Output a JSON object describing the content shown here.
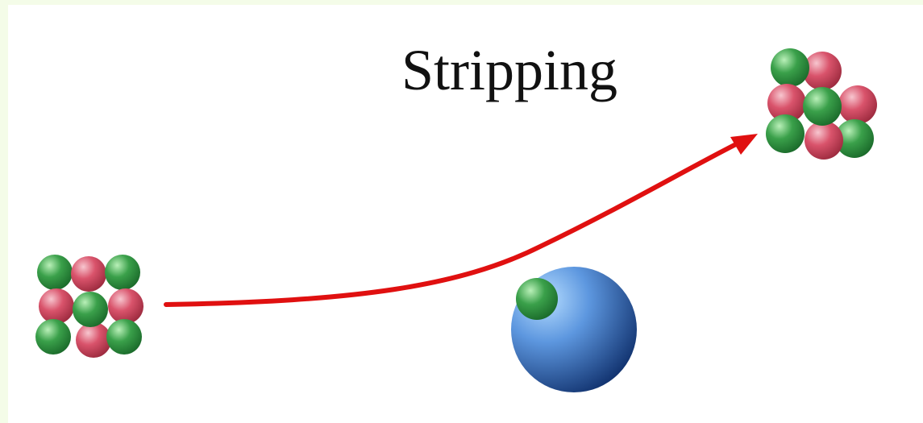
{
  "title": "Stripping",
  "colors": {
    "proton": "#d9536b",
    "neutron": "#3aa04a",
    "target": "#3f7fd0",
    "trajectory": "#e01010",
    "background_outer": "#f4fce8",
    "background_inner": "#ffffff"
  },
  "diagram": {
    "projectile": {
      "protons": 4,
      "neutrons": 5
    },
    "target": {
      "captured_neutrons": 1
    },
    "ejectile": {
      "protons": 4,
      "neutrons": 4
    }
  }
}
